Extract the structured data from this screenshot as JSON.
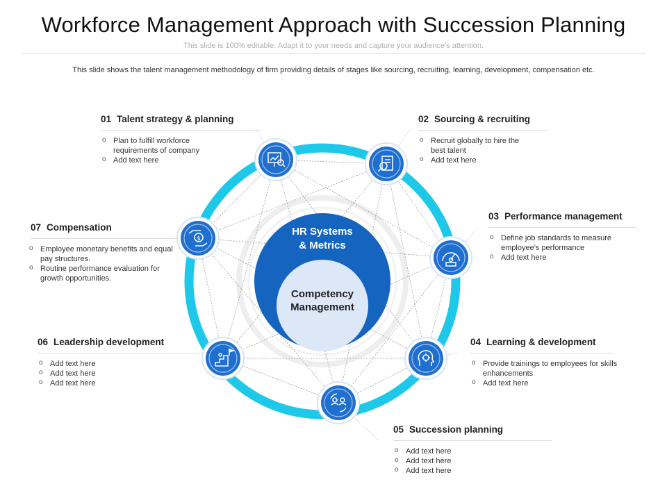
{
  "title": "Workforce Management Approach with Succession Planning",
  "subtitle": "This slide is 100% editable. Adapt it to your needs and capture your audience's attention.",
  "description": "This slide shows the talent management methodology of firm providing details of stages like sourcing, recruiting, learning, development, compensation etc.",
  "colors": {
    "ring": "#1ec8e8",
    "node": "#1f6fd1",
    "core": "#1565c0",
    "inner": "#dce8f8"
  },
  "center": {
    "outer_label_1": "HR Systems",
    "outer_label_2": "& Metrics",
    "inner_label_1": "Competency",
    "inner_label_2": "Management"
  },
  "stages": [
    {
      "num": "01",
      "title": "Talent strategy & planning",
      "icon": "presentation-chart-icon",
      "bullets": [
        "Plan to fulfill workforce requirements of company",
        "Add text here"
      ]
    },
    {
      "num": "02",
      "title": "Sourcing & recruiting",
      "icon": "resume-search-icon",
      "bullets": [
        "Recruit globally to hire the best talent",
        "Add text here"
      ]
    },
    {
      "num": "03",
      "title": "Performance management",
      "icon": "speedometer-icon",
      "bullets": [
        "Define job standards to measure employee's performance",
        "Add text here"
      ]
    },
    {
      "num": "04",
      "title": "Learning & development",
      "icon": "head-gear-icon",
      "bullets": [
        "Provide trainings to employees for skills enhancements",
        "Add text here"
      ]
    },
    {
      "num": "05",
      "title": "Succession planning",
      "icon": "people-exchange-icon",
      "bullets": [
        "Add text here",
        "Add text here",
        "Add text here"
      ]
    },
    {
      "num": "06",
      "title": "Leadership development",
      "icon": "growth-stairs-icon",
      "bullets": [
        "Add text here",
        "Add text here",
        "Add text here"
      ]
    },
    {
      "num": "07",
      "title": "Compensation",
      "icon": "money-hand-icon",
      "bullets": [
        "Employee monetary benefits and equal pay structures.",
        "Routine performance evaluation for growth opportunities."
      ]
    }
  ]
}
